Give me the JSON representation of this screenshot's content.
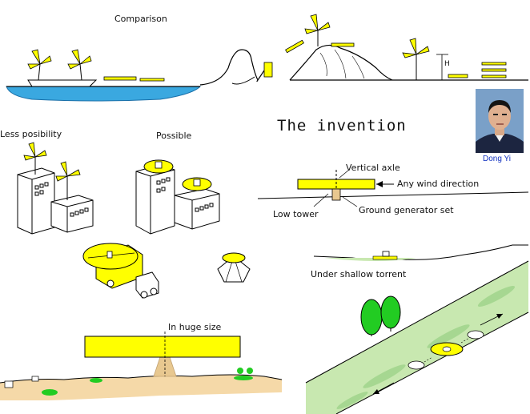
{
  "labels": {
    "comparison": "Comparison",
    "less_posibility": "Less posibility",
    "possible": "Possible",
    "invention_title": "The invention",
    "vertical_axle": "Vertical axle",
    "any_wind_direction": "Any wind direction",
    "low_tower": "Low tower",
    "ground_generator_set": "Ground generator set",
    "under_shallow_torrent": "Under shallow torrent",
    "in_huge_size": "In huge size",
    "height_marker": "H"
  },
  "portrait": {
    "caption": "Dong Yi"
  },
  "colors": {
    "rotor_yellow": "#ffff00",
    "water_blue": "#3aa8e0",
    "ground_tan": "#f5d9a8",
    "river_green": "#c8e8b0",
    "tree_green": "#22cc22",
    "tower_tan": "#e8c890",
    "caption_blue": "#1030c0"
  }
}
